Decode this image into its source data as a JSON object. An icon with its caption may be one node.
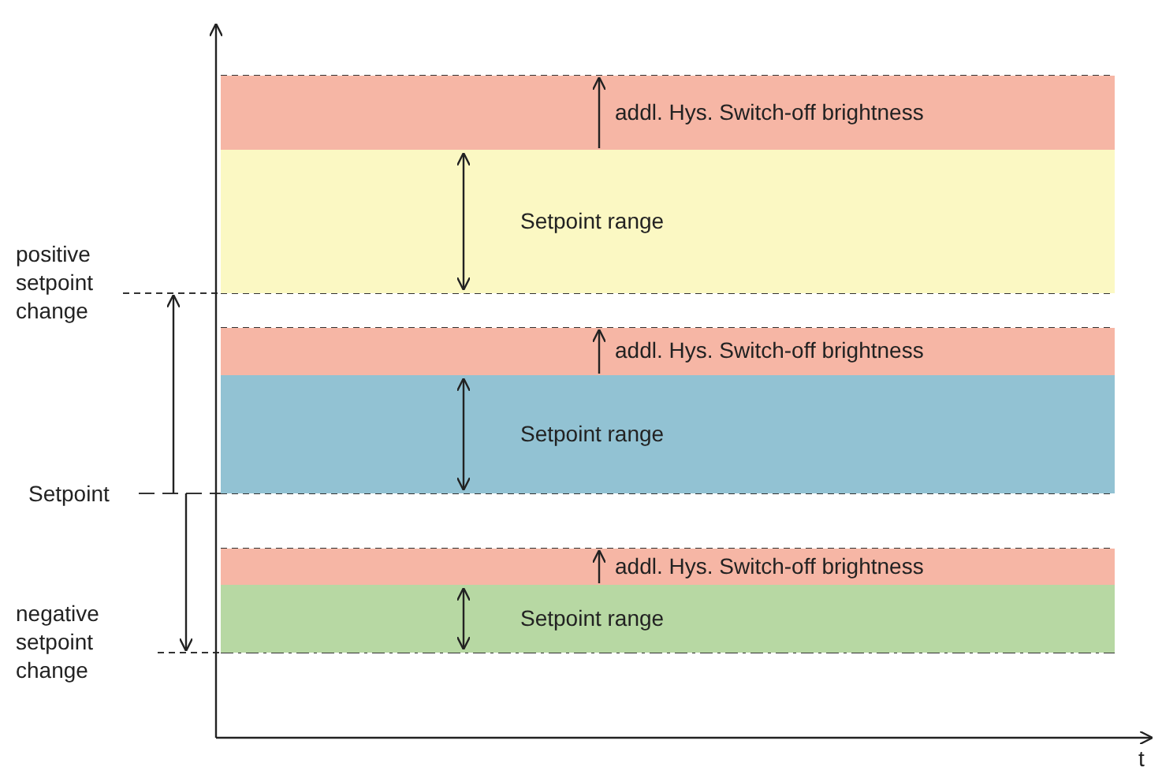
{
  "diagram": {
    "nodes": [
      {
        "text": [
          "addl. Hys. Switch-off brightness"
        ]
      },
      {
        "text": [
          "Setpoint range"
        ]
      },
      {
        "text": [
          "addl. Hys. Switch-off brightness"
        ]
      },
      {
        "text": [
          "Setpoint range"
        ]
      },
      {
        "text": [
          "addl. Hys. Switch-off brightness"
        ]
      },
      {
        "text": [
          "Setpoint range"
        ]
      }
    ],
    "edges": [],
    "labels": [
      "positive setpoint change",
      "Setpoint",
      "negative setpoint change",
      "t"
    ]
  }
}
